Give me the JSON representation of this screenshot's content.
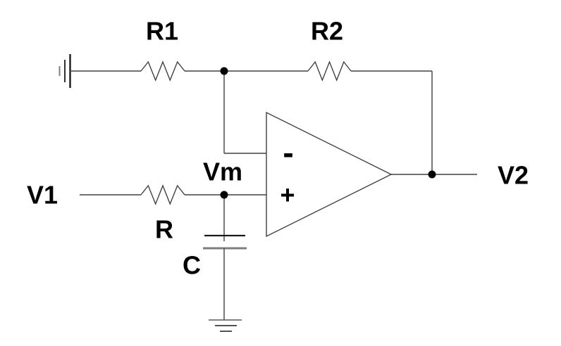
{
  "diagram": {
    "type": "circuit-schematic",
    "subject": "op-amp with RC input filter",
    "labels": {
      "r1": "R1",
      "r2": "R2",
      "r": "R",
      "c": "C",
      "v1": "V1",
      "vm": "Vm",
      "v2": "V2",
      "opamp_minus": "-",
      "opamp_plus": "+"
    },
    "colors": {
      "background": "#ffffff",
      "wire": "#404040",
      "ink": "#000000"
    }
  }
}
